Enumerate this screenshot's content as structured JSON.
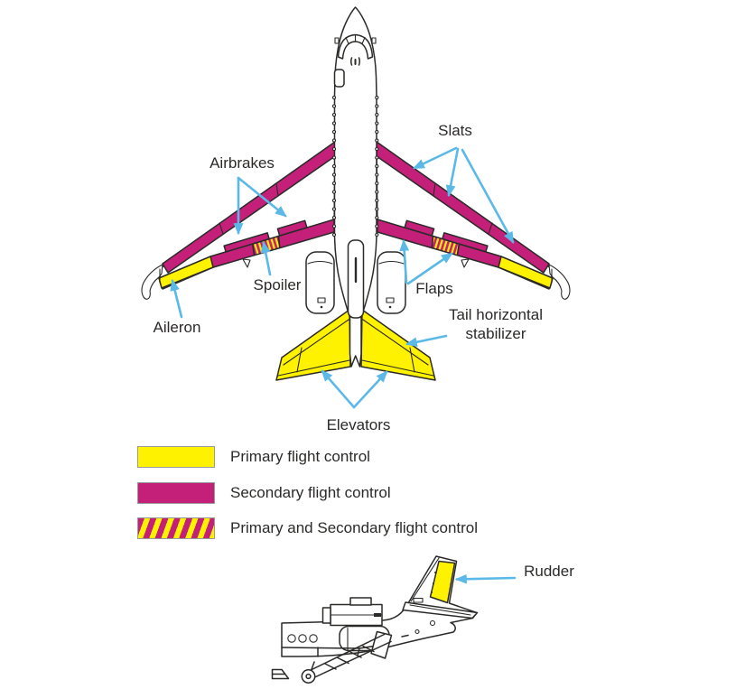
{
  "top_view": {
    "labels": {
      "airbrakes": "Airbrakes",
      "slats": "Slats",
      "spoiler": "Spoiler",
      "flaps": "Flaps",
      "aileron": "Aileron",
      "tail_stabilizer_line1": "Tail horizontal",
      "tail_stabilizer_line2": "stabilizer",
      "elevators": "Elevators"
    }
  },
  "side_view": {
    "labels": {
      "rudder": "Rudder"
    }
  },
  "legend": {
    "items": [
      {
        "label": "Primary flight control",
        "type": "primary"
      },
      {
        "label": "Secondary flight control",
        "type": "secondary"
      },
      {
        "label": "Primary and Secondary flight control",
        "type": "primary-and-secondary"
      }
    ]
  },
  "colors": {
    "primary": "#FFF200",
    "secondary": "#C4207A",
    "arrow": "#5BB9E8",
    "outline": "#2B2A29"
  }
}
